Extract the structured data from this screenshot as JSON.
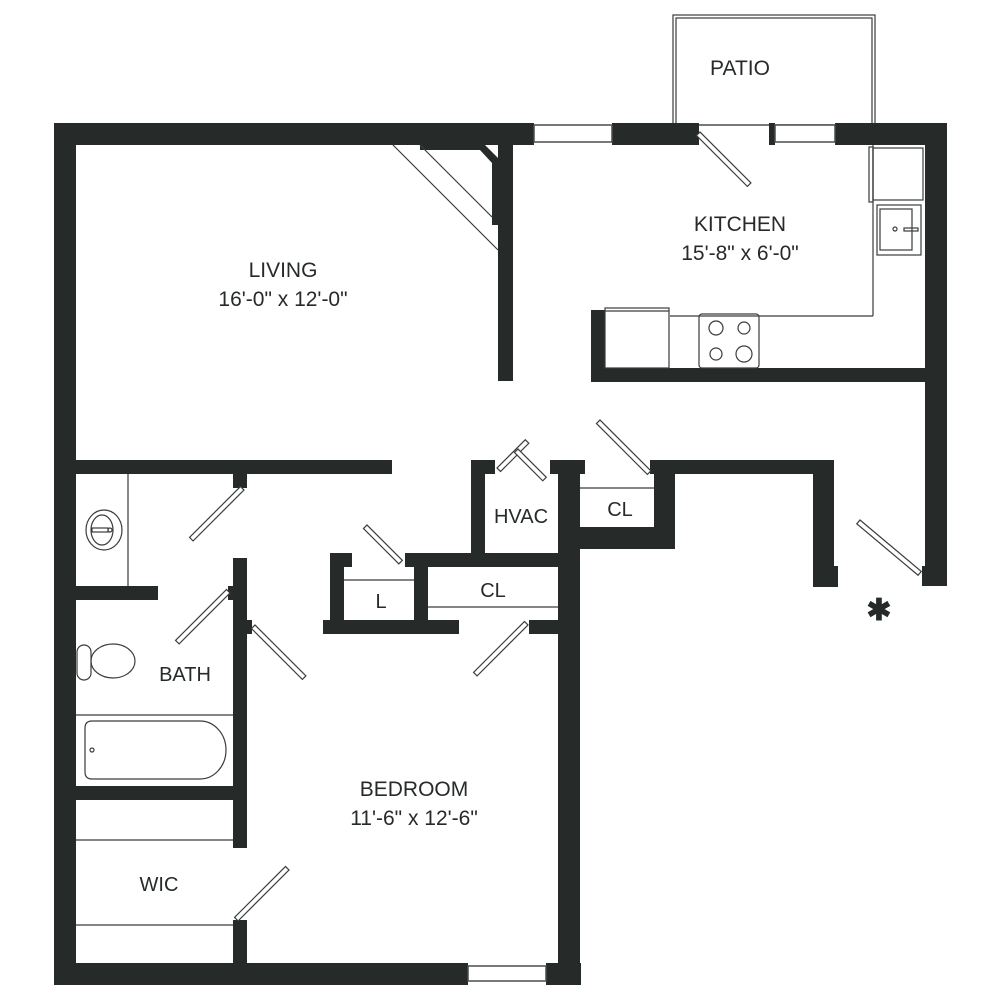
{
  "floorplan": {
    "colors": {
      "wall": "#262a29",
      "background": "#ffffff",
      "fixture_line": "#3a3d3c"
    },
    "rooms": {
      "patio": {
        "name": "PATIO"
      },
      "kitchen": {
        "name": "KITCHEN",
        "dimensions": "15'-8\" x 6'-0\""
      },
      "living": {
        "name": "LIVING",
        "dimensions": "16'-0\" x 12'-0\""
      },
      "hvac": {
        "name": "HVAC"
      },
      "closet_hall": {
        "name": "CL"
      },
      "closet_bed": {
        "name": "CL"
      },
      "linen": {
        "name": "L"
      },
      "bath": {
        "name": "BATH"
      },
      "bedroom": {
        "name": "BEDROOM",
        "dimensions": "11'-6\" x 12'-6\""
      },
      "wic": {
        "name": "WIC"
      }
    },
    "entry_marker": "✱"
  }
}
